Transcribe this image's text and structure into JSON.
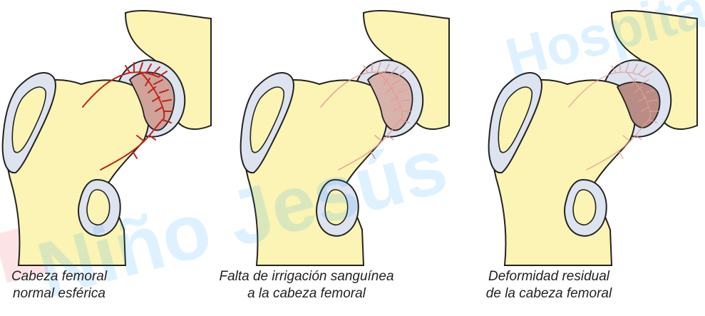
{
  "watermark": {
    "line1": "Hospital Universitario",
    "line2": "Niño Jesús"
  },
  "panels": [
    {
      "caption_line1": "Cabeza femoral",
      "caption_line2": "normal esférica"
    },
    {
      "caption_line1": "Falta de irrigación sanguínea",
      "caption_line2": "a la cabeza femoral"
    },
    {
      "caption_line1": "Deformidad residual",
      "caption_line2": "de la cabeza femoral"
    }
  ],
  "colors": {
    "bone": "#fbf4b4",
    "cartilage": "#dde3ef",
    "outline": "#222222",
    "vessels": "#c0241b",
    "vessels_faded": "#e49c96",
    "head_normal": "#cfa39a",
    "head_necrotic": "#b98d86",
    "watermark": "#0096ff",
    "watermark_logo": "#e8293a"
  }
}
